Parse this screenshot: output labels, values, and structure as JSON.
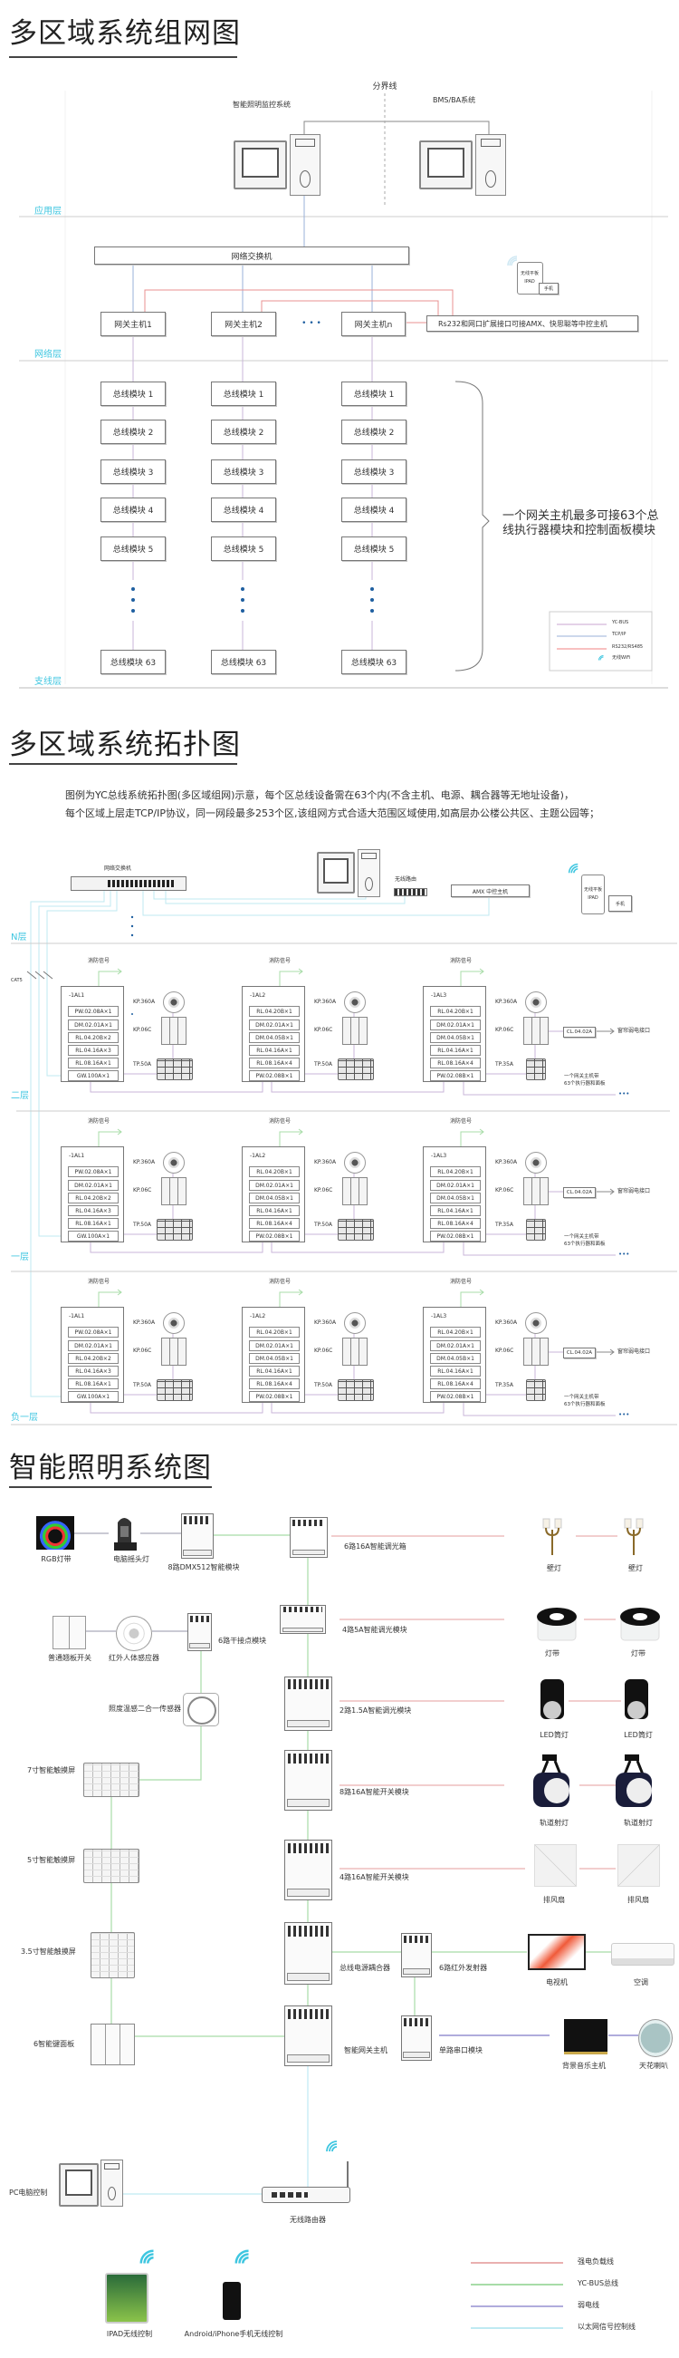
{
  "colors": {
    "layer": "#3ec6e0",
    "power_line": "#e8a0a0",
    "bus_line": "#a8dca8",
    "weak_line": "#b0acdc",
    "ethernet_line": "#bfeaf2",
    "tcpip_line": "#9ab0d8",
    "ycbus_line": "#c9b6d8",
    "dots": "#1f5fa0"
  },
  "section1": {
    "title": "多区域系统组网图",
    "boundary_label": "分界线",
    "monitor_system": "智能照明监控系统",
    "bms_system": "BMS/BA系统",
    "app_layer": "应用层",
    "net_layer": "网络层",
    "branch_layer": "支线层",
    "switch_label": "网络交换机",
    "gateways": [
      "网关主机1",
      "网关主机2",
      "网关主机n"
    ],
    "ellipsis": "• • •",
    "rs232_label": "Rs232和网口扩展接口可接AMX、快思聪等中控主机",
    "tablet": {
      "line1": "无线平板",
      "line2": "IPAD",
      "phone": "手机"
    },
    "modules": [
      "总线模块 1",
      "总线模块 2",
      "总线模块 3",
      "总线模块 4",
      "总线模块 5",
      "总线模块 63"
    ],
    "note": "一个网关主机最多可接63个总线执行器模块和控制面板模块",
    "legend": [
      {
        "label": "YC-BUS",
        "color": "#c9a6d0"
      },
      {
        "label": "TCP/IP",
        "color": "#9ab0d8"
      },
      {
        "label": "RS232/RS485",
        "color": "#f08080"
      },
      {
        "label": "无线WiFi",
        "color": "#3ec6e0"
      }
    ]
  },
  "section2": {
    "title": "多区域系统拓扑图",
    "description": [
      "图例为YC总线系统拓扑图(多区域组网)示意，每个区总线设备需在63个内(不含主机、电源、耦合器等无地址设备)，",
      "每个区域上层走TCP/IP协议，同一网段最多253个区,该组网方式合适大范围区域使用,如高层办公楼公共区、主题公园等；"
    ],
    "switch_label": "网络交换机",
    "router_label": "无线路由",
    "amx_label": "AMX 中控主机",
    "tablet": {
      "line1": "无线平板",
      "line2": "IPAD",
      "phone": "手机"
    },
    "top_floor": "N层",
    "cable": "CAT5",
    "floors": [
      "二层",
      "一层",
      "负一层"
    ],
    "fire_signal": "消防信号",
    "keypad_labels": {
      "dial": "KP.360A",
      "keypad": "KP.06C"
    },
    "panels": [
      {
        "id": "-1AL1",
        "rows": [
          "PW.02.08A×1",
          "DM.02.01A×1",
          "RL.04.20B×2",
          "RL.04.16A×3",
          "RL.08.16A×1",
          "GW.100A×1"
        ],
        "touch": "TP.50A"
      },
      {
        "id": "-1AL2",
        "rows": [
          "RL.04.20B×1",
          "DM.02.01A×1",
          "DM.04.05B×1",
          "RL.04.16A×1",
          "RL.08.16A×4",
          "PW.02.08B×1"
        ],
        "touch": "TP.50A"
      },
      {
        "id": "-1AL3",
        "rows": [
          "RL.04.20B×1",
          "DM.02.01A×1",
          "DM.04.05B×1",
          "RL.04.16A×1",
          "RL.08.16A×4",
          "PW.02.08B×1"
        ],
        "touch": "TP.35A"
      }
    ],
    "curtain_module": "CL.04.02A",
    "curtain_label": "窗帘弱电接口",
    "capacity_note": [
      "一个网关主机带",
      "63个执行器和面板"
    ],
    "ellipsis": "•••"
  },
  "section3": {
    "title": "智能照明系统图",
    "rgb_strip": "RGB灯带",
    "moving_head": "电脑摇头灯",
    "dmx_module": "8路DMX512智能模块",
    "dimmer_box": "6路16A智能调光箱",
    "wall_lamp": "壁灯",
    "rocker_switch": "普通翘板开关",
    "pir_sensor": "红外人体感应器",
    "dry_contact": "6路干接点模块",
    "dimmer_4x5a": "4路5A智能调光模块",
    "led_strip": "灯带",
    "lux_temp_sensor": "照度温感二合一传感器",
    "dimmer_2x15a": "2路1.5A智能调光模块",
    "downlight": "LED筒灯",
    "touch_7": "7寸智能触摸屏",
    "switch_8x16a": "8路16A智能开关模块",
    "track_light": "轨道射灯",
    "touch_5": "5寸智能触摸屏",
    "switch_4x16a": "4路16A智能开关模块",
    "exhaust_fan": "排风扇",
    "touch_35": "3.5寸智能触摸屏",
    "bus_coupler": "总线电源耦合器",
    "ir_emitter": "6路红外发射器",
    "tv": "电视机",
    "ac": "空调",
    "key_panel": "6智能键面板",
    "gateway": "智能网关主机",
    "serial_module": "单路串口模块",
    "music_host": "背景音乐主机",
    "speaker": "天花喇叭",
    "pc": "PC电脑控制",
    "router": "无线路由器",
    "ipad": "IPAD无线控制",
    "phone": "Android/iPhone手机无线控制",
    "legend": [
      {
        "label": "强电负载线",
        "color": "#eab0b0"
      },
      {
        "label": "YC-BUS总线",
        "color": "#a8dca8"
      },
      {
        "label": "弱电线",
        "color": "#b0acdc"
      },
      {
        "label": "以太网信号控制线",
        "color": "#bfeaf2"
      }
    ]
  }
}
